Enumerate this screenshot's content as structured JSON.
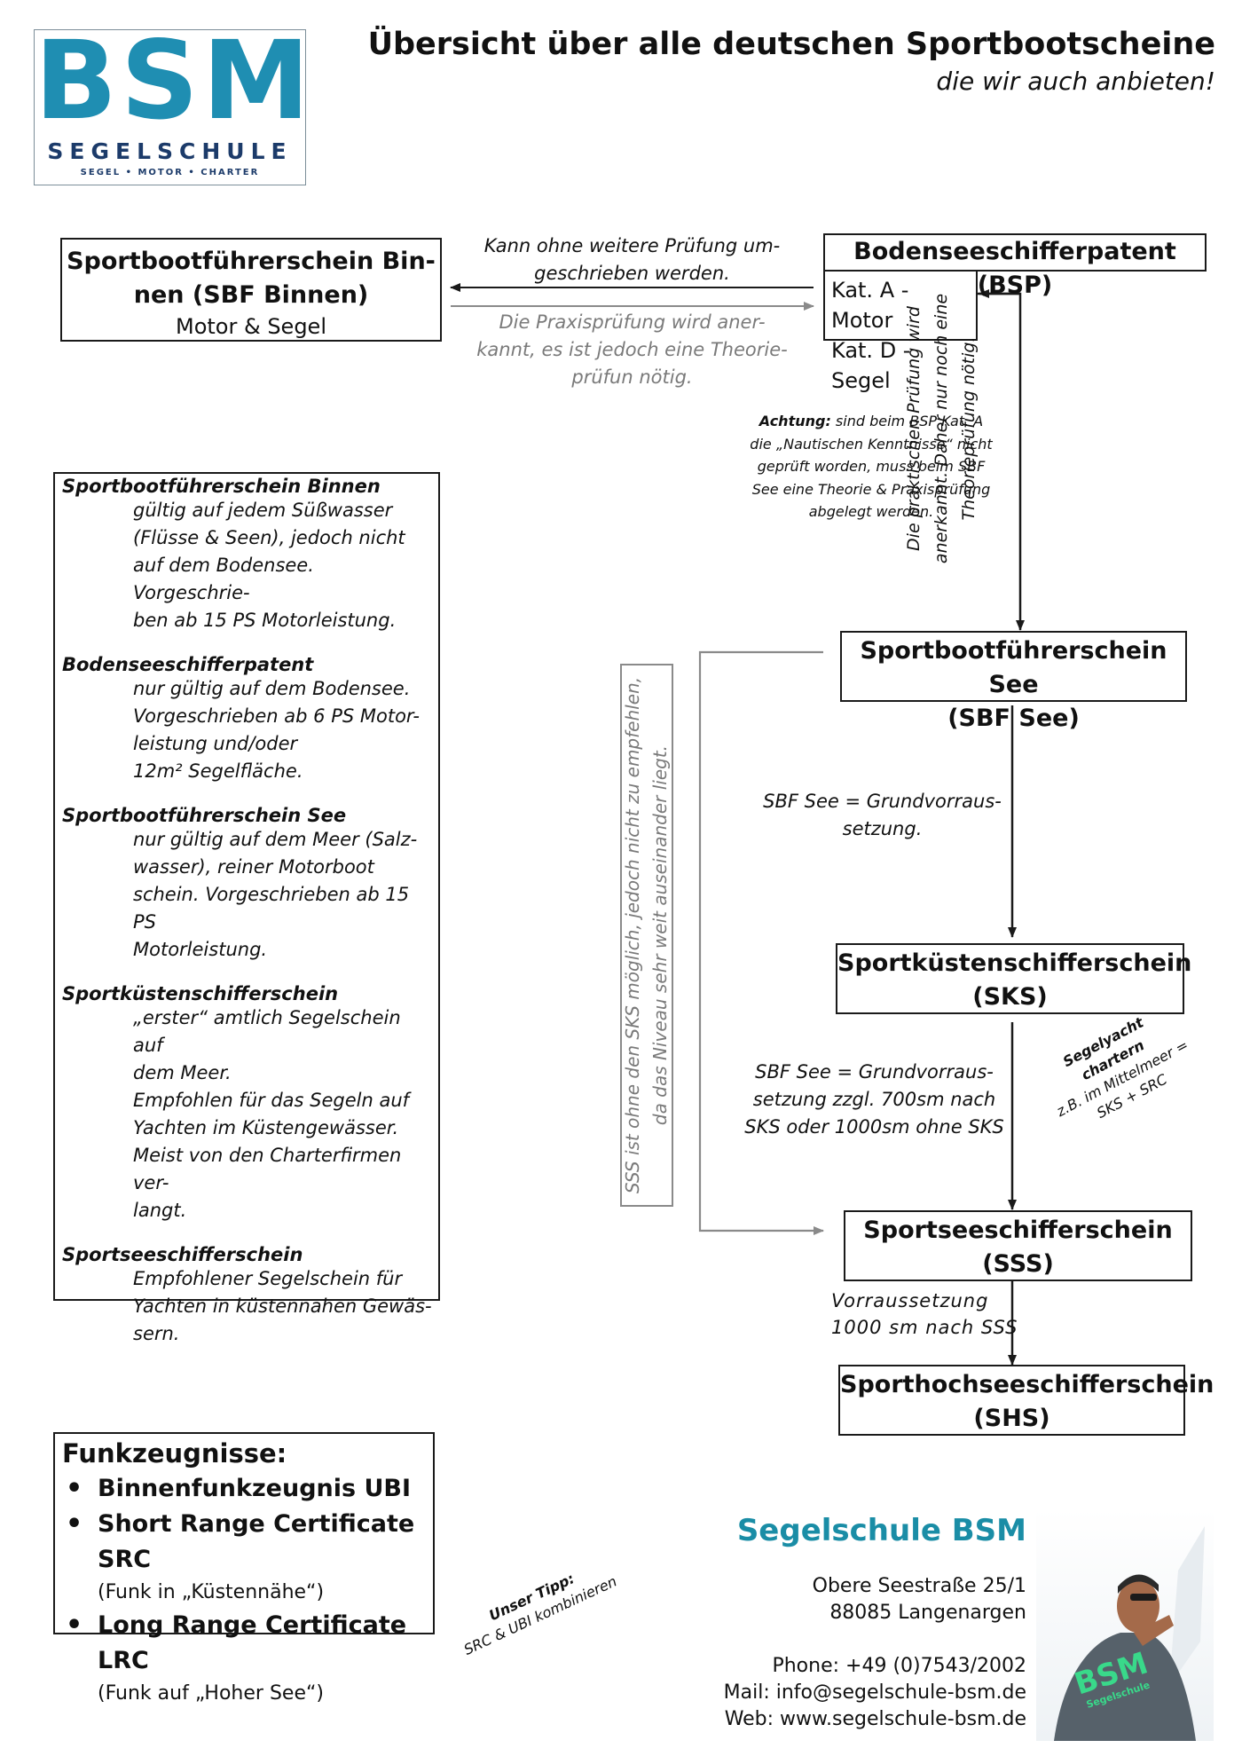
{
  "logo": {
    "brand": "BSM",
    "name": "SEGELSCHULE",
    "tagline": "SEGEL • MOTOR • CHARTER"
  },
  "header": {
    "title": "Übersicht über alle deutschen Sportbootscheine",
    "subtitle": "die wir auch anbieten!"
  },
  "sbf_binnen": {
    "title_line1": "Sportbootführerschein Bin-",
    "title_line2": "nen (SBF Binnen)",
    "sub": "Motor & Segel"
  },
  "bsp": {
    "title": "Bodenseeschifferpatent (BSP)",
    "kat_a": "Kat. A - Motor",
    "kat_d": "Kat. D - Segel"
  },
  "arrow_text_top": {
    "line1": "Kann ohne weitere Prüfung um-",
    "line2": "geschrieben werden."
  },
  "arrow_text_bottom": {
    "line1": "Die Praxisprüfung wird aner-",
    "line2": "kannt, es ist jedoch eine Theorie-",
    "line3": "prüfun nötig."
  },
  "achtung": {
    "label": "Achtung:",
    "line1": " sind beim BSP Kat. A",
    "line2": "die „Nautischen Kenntnisse“ nicht",
    "line3": "geprüft worden, muss beim SBF",
    "line4": "See eine Theorie & Praxisprüfung",
    "line5": "abgelegt werden."
  },
  "vertical_note": {
    "line1": "Die praktischen Prüfung wird",
    "line2": "anerkannt. Daher nur noch eine",
    "line3": "Theorieprüfung nötig."
  },
  "sss_note": {
    "line1": "SSS ist ohne den SKS möglich, jedoch nicht zu empfehlen,",
    "line2": "da das Niveau sehr weit auseinander liegt."
  },
  "sbf_see": {
    "line1": "Sportbootführerschein See",
    "line2": "(SBF See)"
  },
  "sks": {
    "line1": "Sportküstenschifferschein",
    "line2": "(SKS)"
  },
  "sss": {
    "line1": "Sportseeschifferschein",
    "line2": "(SSS)"
  },
  "shs": {
    "line1": "Sporthochseeschifferschein",
    "line2": "(SHS)"
  },
  "req_sks": {
    "line1": "SBF See = Grundvorraus-",
    "line2": "setzung."
  },
  "req_sss": {
    "line1": "SBF See = Grundvorraus-",
    "line2": "setzung zzgl. 700sm nach",
    "line3": "SKS oder 1000sm ohne SKS"
  },
  "req_shs": {
    "line1": "Vorraussetzung",
    "line2": "1000 sm nach SSS"
  },
  "charter_note": {
    "line1": "Segelyacht chartern",
    "line2": "z.B. im Mittelmeer =",
    "line3": "SKS + SRC"
  },
  "info": [
    {
      "title": "Sportbootführerschein Binnen",
      "lines": [
        "gültig auf jedem Süßwasser",
        "(Flüsse & Seen), jedoch nicht",
        "auf dem Bodensee. Vorgeschrie-",
        "ben ab 15 PS Motorleistung."
      ]
    },
    {
      "title": "Bodenseeschifferpatent",
      "lines": [
        "nur gültig auf dem Bodensee.",
        "Vorgeschrieben ab 6 PS Motor-",
        "leistung und/oder",
        "12m² Segelfläche."
      ]
    },
    {
      "title": "Sportbootführerschein See",
      "lines": [
        "nur gültig auf dem Meer (Salz-",
        "wasser), reiner Motorboot",
        "schein. Vorgeschrieben ab 15 PS",
        "Motorleistung."
      ]
    },
    {
      "title": "Sportküstenschifferschein",
      "lines": [
        "„erster“ amtlich Segelschein auf",
        "dem Meer.",
        "Empfohlen für das Segeln auf",
        "Yachten im Küstengewässer.",
        "Meist von den Charterfirmen ver-",
        "langt."
      ]
    },
    {
      "title": "Sportseeschifferschein",
      "lines": [
        "Empfohlener Segelschein für",
        "Yachten in küstennahen Gewäs-",
        "sern."
      ]
    }
  ],
  "funk": {
    "title": "Funkzeugnisse:",
    "items": [
      {
        "label": "Binnenfunkzeugnis UBI",
        "sub": ""
      },
      {
        "label": "Short Range Certificate SRC",
        "sub": "(Funk in „Küstennähe“)"
      },
      {
        "label": "Long Range Certificate LRC",
        "sub": "(Funk auf „Hoher See“)"
      }
    ]
  },
  "tip": {
    "label": "Unser Tipp:",
    "text": "SRC & UBI kombinieren"
  },
  "contact": {
    "name": "Segelschule BSM",
    "street": "Obere Seestraße 25/1",
    "city": "88085 Langenargen",
    "phone": "Phone: +49 (0)7543/2002",
    "mail": "Mail: info@segelschule-bsm.de",
    "web": "Web: www.segelschule-bsm.de"
  },
  "photo": {
    "shirt_text": "BSM",
    "shirt_sub": "Segelschule"
  },
  "colors": {
    "brand": "#1f8eb2",
    "brand_dark": "#1c3b6a",
    "contact": "#1a8da6",
    "shirt_print": "#39d98a",
    "gray": "#7a7a7a"
  }
}
